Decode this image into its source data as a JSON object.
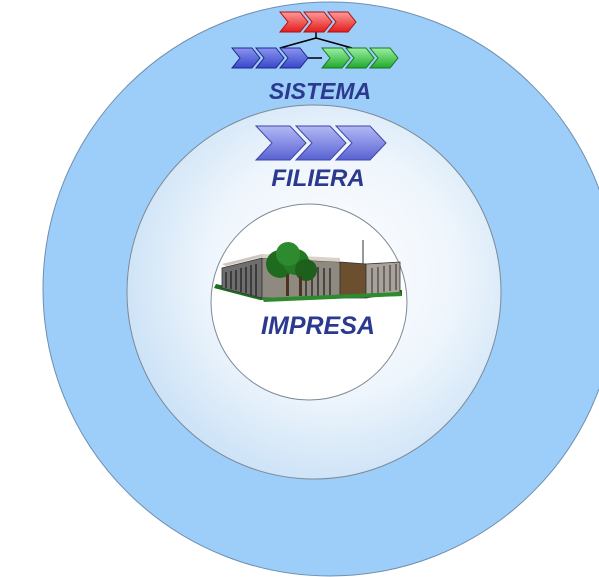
{
  "diagram": {
    "levels": [
      {
        "id": "sistema",
        "label": "SISTEMA"
      },
      {
        "id": "filiera",
        "label": "FILIERA"
      },
      {
        "id": "impresa",
        "label": "IMPRESA"
      }
    ]
  },
  "colors": {
    "outer_ring": "#9dcdf9",
    "middle_ring_edge": "#cfe4f7",
    "inner_circle": "#ffffff",
    "label": "#2b3a8f",
    "chevron_red": "#ee2a2a",
    "chevron_blue": "#3b4fd6",
    "chevron_green": "#2fbf3a",
    "chevron_filiera": "#6a72d8"
  },
  "icons": {
    "sistema_chevrons": "process-network-icon",
    "filiera_chevrons": "supply-chain-chevrons-icon",
    "impresa_building": "factory-building-icon"
  }
}
